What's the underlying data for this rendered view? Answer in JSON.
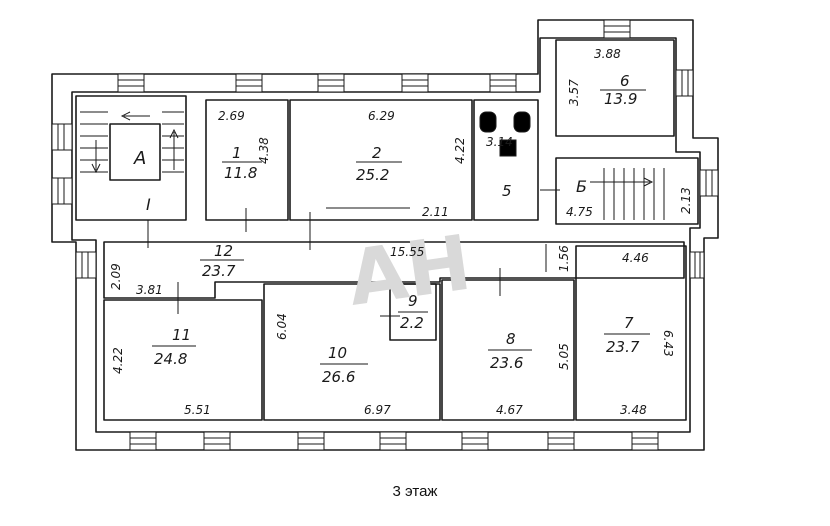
{
  "floor_label": "3 этаж",
  "watermark": "АН",
  "stair_labels": [
    "А",
    "Б",
    "I"
  ],
  "rooms": [
    {
      "num": "1",
      "area": "11.8"
    },
    {
      "num": "2",
      "area": "25.2"
    },
    {
      "num": "5",
      "area": ""
    },
    {
      "num": "6",
      "area": "13.9"
    },
    {
      "num": "7",
      "area": "23.7"
    },
    {
      "num": "8",
      "area": "23.6"
    },
    {
      "num": "9",
      "area": "2.2"
    },
    {
      "num": "10",
      "area": "26.6"
    },
    {
      "num": "11",
      "area": "24.8"
    },
    {
      "num": "12",
      "area": "23.7"
    }
  ],
  "dimensions": [
    "2.69",
    "4.38",
    "6.29",
    "4.22",
    "3.14",
    "2.11",
    "3.57",
    "3.88",
    "2.13",
    "4.75",
    "2.09",
    "3.81",
    "15.55",
    "1.56",
    "4.46",
    "6.43",
    "4.22",
    "5.51",
    "6.04",
    "6.97",
    "5.05",
    "4.67",
    "3.48"
  ],
  "colors": {
    "line": "#1a1a1a",
    "background": "#ffffff",
    "watermark": "#d9d9d9"
  }
}
